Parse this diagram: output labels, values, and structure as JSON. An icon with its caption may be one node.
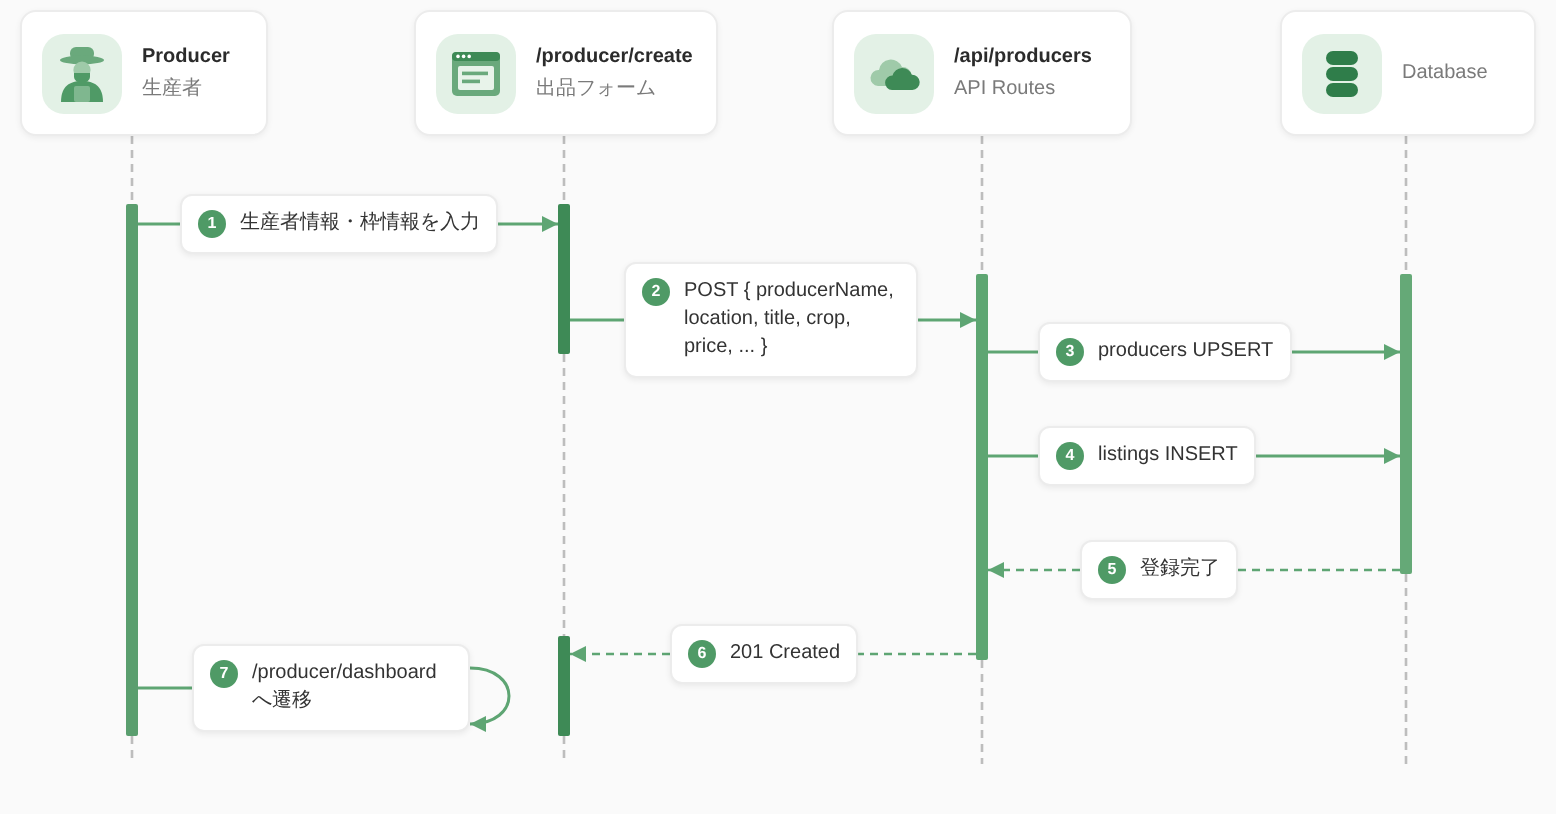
{
  "diagram": {
    "nodes": [
      {
        "text": [
          "Producer",
          "生産者"
        ]
      },
      {
        "text": [
          "/producer/create",
          "出品フォーム"
        ]
      },
      {
        "text": [
          "/api/producers",
          "API Routes"
        ]
      },
      {
        "text": [
          "Database"
        ]
      },
      {
        "text": [],
        "shape": "bar"
      },
      {
        "text": [],
        "shape": "bar"
      },
      {
        "text": [],
        "shape": "bar"
      },
      {
        "text": [],
        "shape": "bar"
      },
      {
        "text": [],
        "shape": "bar"
      },
      {
        "text": [
          "1",
          "生産者情報・枠情報を入力"
        ]
      },
      {
        "text": [
          "2",
          "POST { producerName, location, title, crop, price, ... }"
        ]
      },
      {
        "text": [
          "3",
          "producers UPSERT"
        ]
      },
      {
        "text": [
          "4",
          "listings INSERT"
        ]
      },
      {
        "text": [
          "5",
          "登録完了"
        ]
      },
      {
        "text": [
          "6",
          "201 Created"
        ]
      },
      {
        "text": [
          "7",
          "/producer/dashboard へ遷移"
        ]
      }
    ],
    "edges": [
      {
        "from": 0,
        "to": 4,
        "arrow": "none",
        "style": "dashed",
        "color": "#bdbdbd"
      },
      {
        "from": 4,
        "to": null,
        "arrow": "none",
        "style": "dashed",
        "color": "#bdbdbd"
      },
      {
        "from": 1,
        "to": 5,
        "arrow": "none",
        "style": "dashed",
        "color": "#bdbdbd"
      },
      {
        "from": 5,
        "to": 8,
        "arrow": "none",
        "style": "dashed",
        "color": "#bdbdbd"
      },
      {
        "from": 8,
        "to": null,
        "arrow": "none",
        "style": "dashed",
        "color": "#bdbdbd"
      },
      {
        "from": 2,
        "to": 6,
        "arrow": "none",
        "style": "dashed",
        "color": "#bdbdbd"
      },
      {
        "from": 6,
        "to": null,
        "arrow": "none",
        "style": "dashed",
        "color": "#bdbdbd"
      },
      {
        "from": 3,
        "to": 7,
        "arrow": "none",
        "style": "dashed",
        "color": "#bdbdbd"
      },
      {
        "from": 7,
        "to": null,
        "arrow": "none",
        "style": "dashed",
        "color": "#bdbdbd"
      },
      {
        "from": 4,
        "to": 9,
        "arrow": "none"
      },
      {
        "from": 9,
        "to": 5,
        "arrow": "to"
      },
      {
        "from": 5,
        "to": 10,
        "arrow": "none"
      },
      {
        "from": 10,
        "to": 6,
        "arrow": "to"
      },
      {
        "from": 6,
        "to": 11,
        "arrow": "none"
      },
      {
        "from": 11,
        "to": 7,
        "arrow": "to"
      },
      {
        "from": 6,
        "to": 12,
        "arrow": "none"
      },
      {
        "from": 12,
        "to": 7,
        "arrow": "to"
      },
      {
        "from": 7,
        "to": 13,
        "arrow": "none",
        "style": "dashed"
      },
      {
        "from": 13,
        "to": 6,
        "arrow": "to",
        "style": "dashed"
      },
      {
        "from": 6,
        "to": 14,
        "arrow": "none",
        "style": "dashed"
      },
      {
        "from": 14,
        "to": 8,
        "arrow": "to",
        "style": "dashed"
      },
      {
        "from": 4,
        "to": 15,
        "arrow": "none"
      },
      {
        "from": 15,
        "to": 15,
        "arrow": "to"
      }
    ]
  }
}
